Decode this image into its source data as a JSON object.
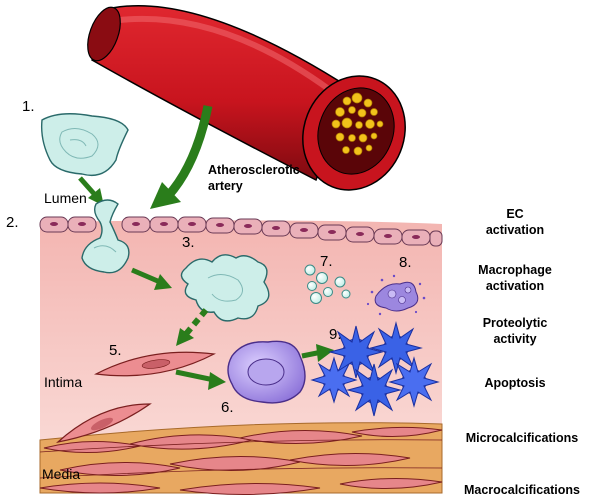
{
  "diagram": {
    "artery_label": [
      "Atherosclerotic",
      "artery"
    ],
    "regions": {
      "lumen": "Lumen",
      "intima": "Intima",
      "media": "Media"
    },
    "step_numbers": [
      "1.",
      "2.",
      "3.",
      "5.",
      "6.",
      "7.",
      "8.",
      "9."
    ],
    "stages": [
      [
        "EC",
        "activation"
      ],
      [
        "Macrophage",
        "activation"
      ],
      [
        "Proteolytic",
        "activity"
      ],
      [
        "Apoptosis"
      ],
      [
        "Microcalcifications"
      ],
      [
        "Macrocalcifications"
      ]
    ]
  },
  "colors": {
    "artery_red": "#c8141e",
    "artery_dark": "#8a0c12",
    "intima_pink": "#f6c7c2",
    "media_tan": "#e8a861",
    "endothelial_pink": "#e99aa8",
    "cell_cyan": "#cdeee9",
    "macrophage_purple": "#9c87df",
    "calcification_blue": "#2f55e0",
    "arrow_green": "#2a7d1b",
    "plaque_yellow": "#f2c21b"
  }
}
